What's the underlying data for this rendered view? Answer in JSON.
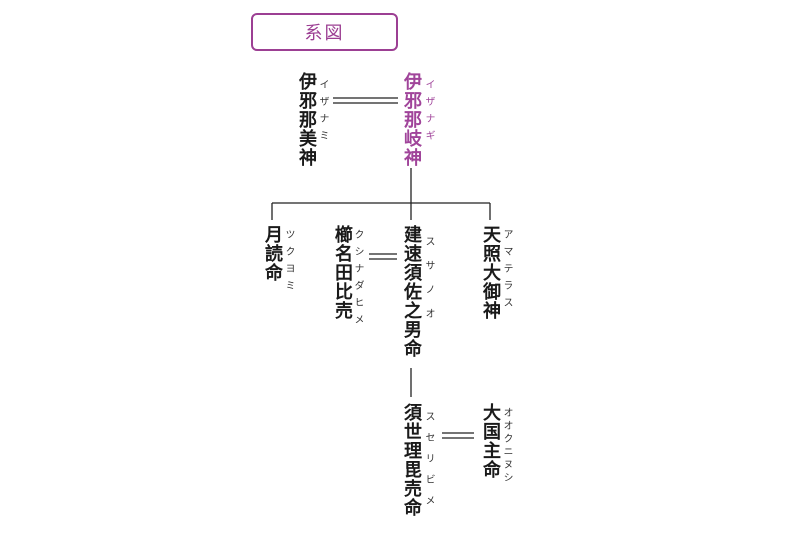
{
  "title": "系図",
  "accent_color": "#a0449a",
  "people": {
    "izanami": {
      "name": "伊邪那美神",
      "reading": "イザナミ"
    },
    "izanagi": {
      "name": "伊邪那岐神",
      "reading": "イザナギ"
    },
    "tsukuyomi": {
      "name": "月読命",
      "reading": "ツクヨミ"
    },
    "kushinada": {
      "name": "櫛名田比売",
      "reading": "クシナダヒメ"
    },
    "susanoo": {
      "name": "建速須佐之男命",
      "reading": "スサノオ"
    },
    "amaterasu": {
      "name": "天照大御神",
      "reading": "アマテラス"
    },
    "suseribi": {
      "name": "須世理毘売命",
      "reading": "スセリビメ"
    },
    "okuninushi": {
      "name": "大国主命",
      "reading": "オオクニヌシ"
    }
  }
}
